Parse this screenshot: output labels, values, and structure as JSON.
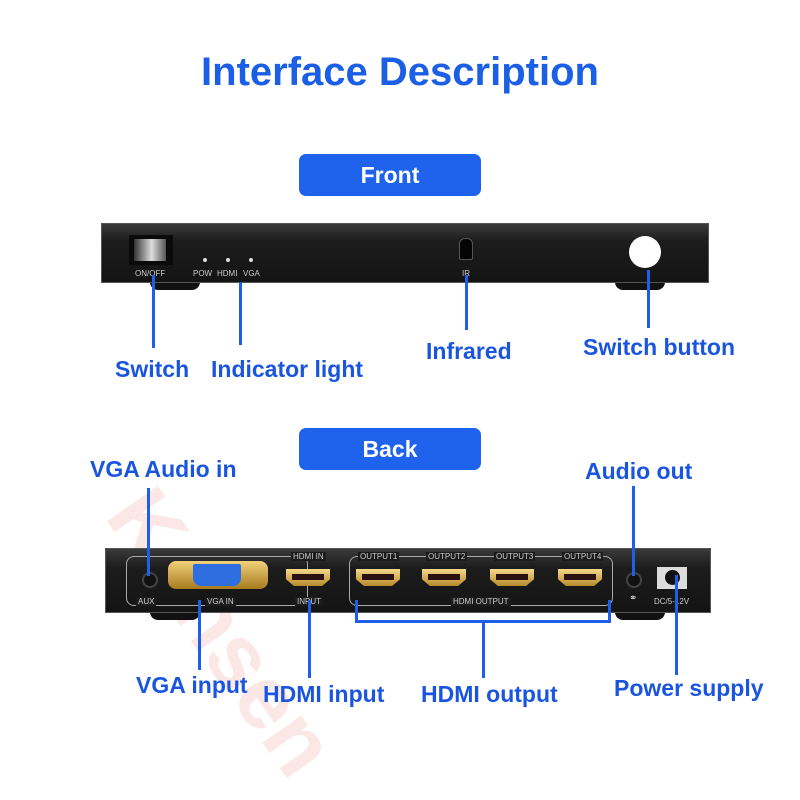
{
  "title": "Interface Description",
  "watermark": "Kensen",
  "front": {
    "section_label": "Front",
    "panel_labels": {
      "on_off": "ON/OFF",
      "pow": "POW",
      "hdmi": "HDMI",
      "vga": "VGA",
      "ir": "IR"
    },
    "callouts": {
      "switch": "Switch",
      "indicator": "Indicator light",
      "infrared": "Infrared",
      "switch_button": "Switch button"
    }
  },
  "back": {
    "section_label": "Back",
    "panel_labels": {
      "aux": "AUX",
      "vga_in": "VGA IN",
      "hdmi_in": "HDMI IN",
      "input": "INPUT",
      "output1": "OUTPUT1",
      "output2": "OUTPUT2",
      "output3": "OUTPUT3",
      "output4": "OUTPUT4",
      "hdmi_output": "HDMI OUTPUT",
      "dc": "DC/5-12V"
    },
    "callouts": {
      "vga_audio_in": "VGA Audio in",
      "audio_out": "Audio out",
      "vga_input": "VGA input",
      "hdmi_input": "HDMI input",
      "hdmi_output": "HDMI output",
      "power_supply": "Power supply"
    }
  },
  "colors": {
    "accent": "#1f63ec",
    "label": "#1a55e0",
    "device": "#1c1c1c"
  }
}
